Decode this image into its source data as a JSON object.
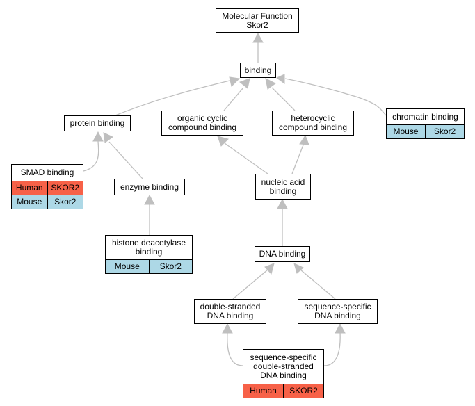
{
  "colors": {
    "human": "#f76148",
    "mouse": "#add8e6",
    "edge": "#bfbfbf"
  },
  "nodes": {
    "molecular_function": {
      "label": "Molecular Function\nSkor2",
      "annotations": []
    },
    "binding": {
      "label": "binding",
      "annotations": []
    },
    "protein_binding": {
      "label": "protein binding",
      "annotations": []
    },
    "organic_cyclic": {
      "label": "organic cyclic\ncompound binding",
      "annotations": []
    },
    "heterocyclic": {
      "label": "heterocyclic\ncompound binding",
      "annotations": []
    },
    "chromatin_binding": {
      "label": "chromatin binding",
      "annotations": [
        {
          "species": "Mouse",
          "gene": "Skor2"
        }
      ]
    },
    "smad_binding": {
      "label": "SMAD binding",
      "annotations": [
        {
          "species": "Human",
          "gene": "SKOR2"
        },
        {
          "species": "Mouse",
          "gene": "Skor2"
        }
      ]
    },
    "enzyme_binding": {
      "label": "enzyme binding",
      "annotations": []
    },
    "nucleic_acid_binding": {
      "label": "nucleic acid\nbinding",
      "annotations": []
    },
    "histone_deacetylase_binding": {
      "label": "histone deacetylase\nbinding",
      "annotations": [
        {
          "species": "Mouse",
          "gene": "Skor2"
        }
      ]
    },
    "dna_binding": {
      "label": "DNA binding",
      "annotations": []
    },
    "ds_dna_binding": {
      "label": "double-stranded\nDNA binding",
      "annotations": []
    },
    "ss_dna_binding": {
      "label": "sequence-specific\nDNA binding",
      "annotations": []
    },
    "ss_ds_dna_binding": {
      "label": "sequence-specific\ndouble-stranded\nDNA binding",
      "annotations": [
        {
          "species": "Human",
          "gene": "SKOR2"
        }
      ]
    }
  },
  "edges": [
    {
      "from": "binding",
      "to": "molecular_function"
    },
    {
      "from": "protein_binding",
      "to": "binding"
    },
    {
      "from": "organic_cyclic",
      "to": "binding"
    },
    {
      "from": "heterocyclic",
      "to": "binding"
    },
    {
      "from": "chromatin_binding",
      "to": "binding"
    },
    {
      "from": "smad_binding",
      "to": "protein_binding"
    },
    {
      "from": "enzyme_binding",
      "to": "protein_binding"
    },
    {
      "from": "nucleic_acid_binding",
      "to": "organic_cyclic"
    },
    {
      "from": "nucleic_acid_binding",
      "to": "heterocyclic"
    },
    {
      "from": "histone_deacetylase_binding",
      "to": "enzyme_binding"
    },
    {
      "from": "dna_binding",
      "to": "nucleic_acid_binding"
    },
    {
      "from": "ds_dna_binding",
      "to": "dna_binding"
    },
    {
      "from": "ss_dna_binding",
      "to": "dna_binding"
    },
    {
      "from": "ss_ds_dna_binding",
      "to": "ds_dna_binding"
    },
    {
      "from": "ss_ds_dna_binding",
      "to": "ss_dna_binding"
    }
  ]
}
